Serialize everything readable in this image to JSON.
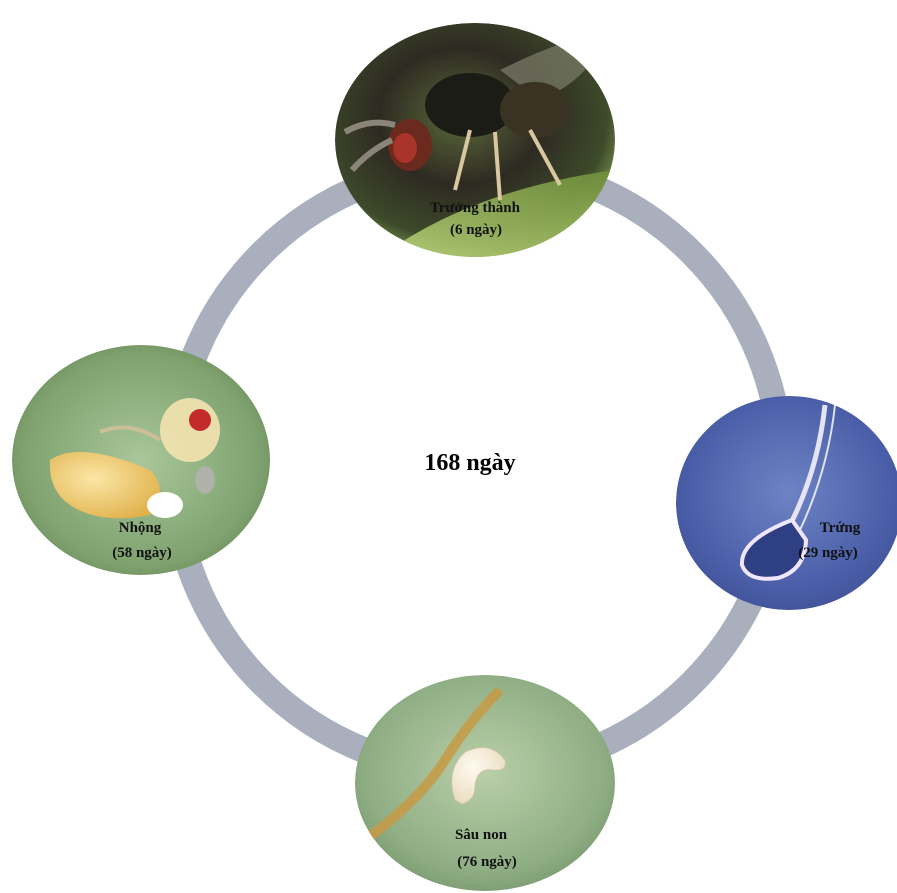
{
  "cycle": {
    "total_label": "168 ngày",
    "ring_color": "#a9afbd"
  },
  "stages": {
    "adult": {
      "name": "Trưởng thành",
      "duration": "(6 ngày)"
    },
    "egg": {
      "name": "Trứng",
      "duration": "(29 ngày)"
    },
    "larva": {
      "name": "Sâu non",
      "duration": "(76 ngày)"
    },
    "pupa": {
      "name": "Nhộng",
      "duration": "(58 ngày)"
    }
  }
}
